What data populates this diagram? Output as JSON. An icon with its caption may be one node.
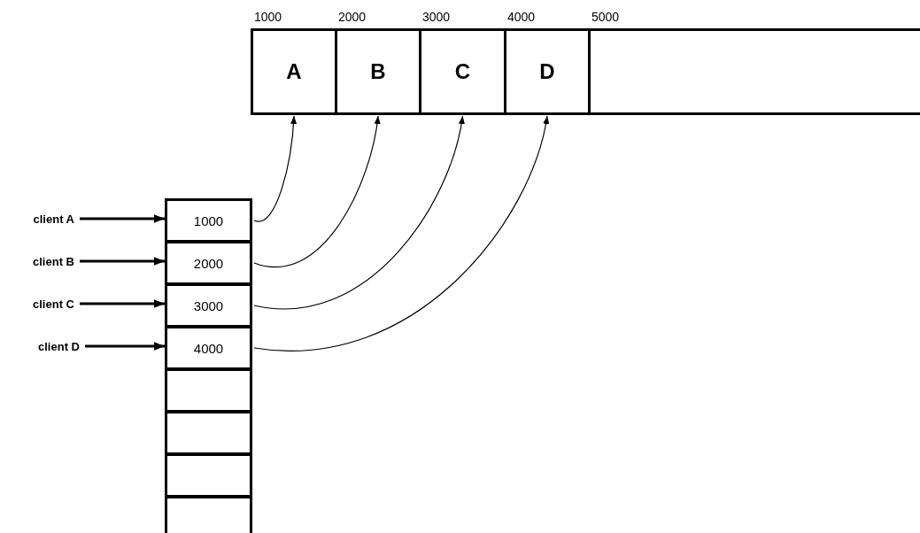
{
  "diagram": {
    "nodes": [
      {
        "text": [
          "A"
        ]
      },
      {
        "text": [
          "B"
        ]
      },
      {
        "text": [
          "C"
        ]
      },
      {
        "text": [
          "D"
        ]
      },
      {
        "text": [],
        "shape": "box"
      },
      {
        "text": [
          "client A"
        ]
      },
      {
        "text": [
          "client B"
        ]
      },
      {
        "text": [
          "client C"
        ]
      },
      {
        "text": [
          "client D"
        ]
      },
      {
        "text": [
          "1000"
        ]
      },
      {
        "text": [
          "2000"
        ]
      },
      {
        "text": [
          "3000"
        ]
      },
      {
        "text": [
          "4000"
        ]
      },
      {
        "text": [],
        "shape": "box"
      },
      {
        "text": [],
        "shape": "box"
      },
      {
        "text": [],
        "shape": "box"
      },
      {
        "text": [],
        "shape": "box"
      }
    ],
    "edges": [
      {
        "from": 5,
        "to": 9,
        "arrow": "to",
        "style": "thick"
      },
      {
        "from": 6,
        "to": 10,
        "arrow": "to",
        "style": "thick"
      },
      {
        "from": 7,
        "to": 11,
        "arrow": "to",
        "style": "thick"
      },
      {
        "from": 8,
        "to": 12,
        "arrow": "to",
        "style": "thick"
      },
      {
        "from": 9,
        "to": 0,
        "arrow": "to"
      },
      {
        "from": 10,
        "to": 1,
        "arrow": "to"
      },
      {
        "from": 11,
        "to": 2,
        "arrow": "to"
      },
      {
        "from": 12,
        "to": 3,
        "arrow": "to"
      }
    ],
    "labels": [
      "1000",
      "2000",
      "3000",
      "4000",
      "5000"
    ]
  }
}
